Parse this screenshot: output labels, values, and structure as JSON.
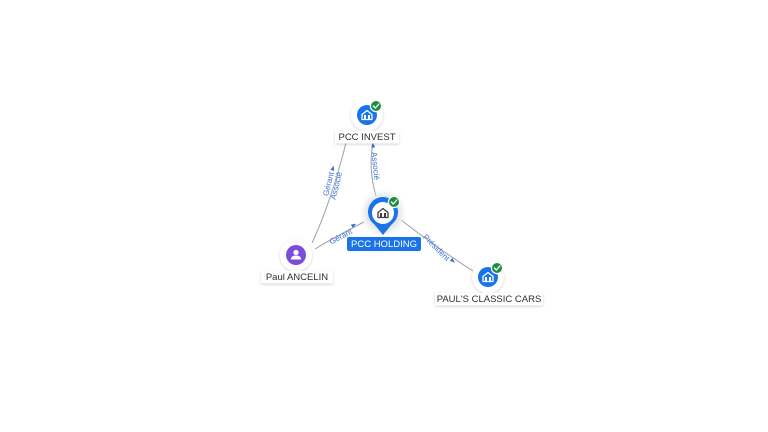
{
  "graph": {
    "colors": {
      "company": "#1a73e8",
      "person": "#7b4ddb",
      "verified": "#1e8e3e",
      "edge": "#9aa0a6",
      "edge_label": "#3b6fd6",
      "main_label_bg": "#1a73e8"
    },
    "nodes": [
      {
        "id": "pcc-holding",
        "label": "PCC HOLDING",
        "kind": "company",
        "icon": "building-icon",
        "verified": true,
        "main": true
      },
      {
        "id": "pcc-invest",
        "label": "PCC INVEST",
        "kind": "company",
        "icon": "building-icon",
        "verified": true,
        "main": false
      },
      {
        "id": "pauls-classic-cars",
        "label": "PAUL'S CLASSIC CARS",
        "kind": "company",
        "icon": "building-icon",
        "verified": true,
        "main": false
      },
      {
        "id": "paul-ancelin",
        "label": "Paul ANCELIN",
        "kind": "person",
        "icon": "person-icon",
        "verified": false,
        "main": false
      }
    ],
    "edges": [
      {
        "id": "holding-invest",
        "from": "pcc-holding",
        "to": "pcc-invest",
        "label": "Associé"
      },
      {
        "id": "holding-cars",
        "from": "pcc-holding",
        "to": "pauls-classic-cars",
        "label": "Président"
      },
      {
        "id": "paul-holding",
        "from": "paul-ancelin",
        "to": "pcc-holding",
        "label": "Gérant"
      },
      {
        "id": "paul-invest",
        "from": "paul-ancelin",
        "to": "pcc-invest",
        "label": "Gérant Associé"
      }
    ]
  }
}
